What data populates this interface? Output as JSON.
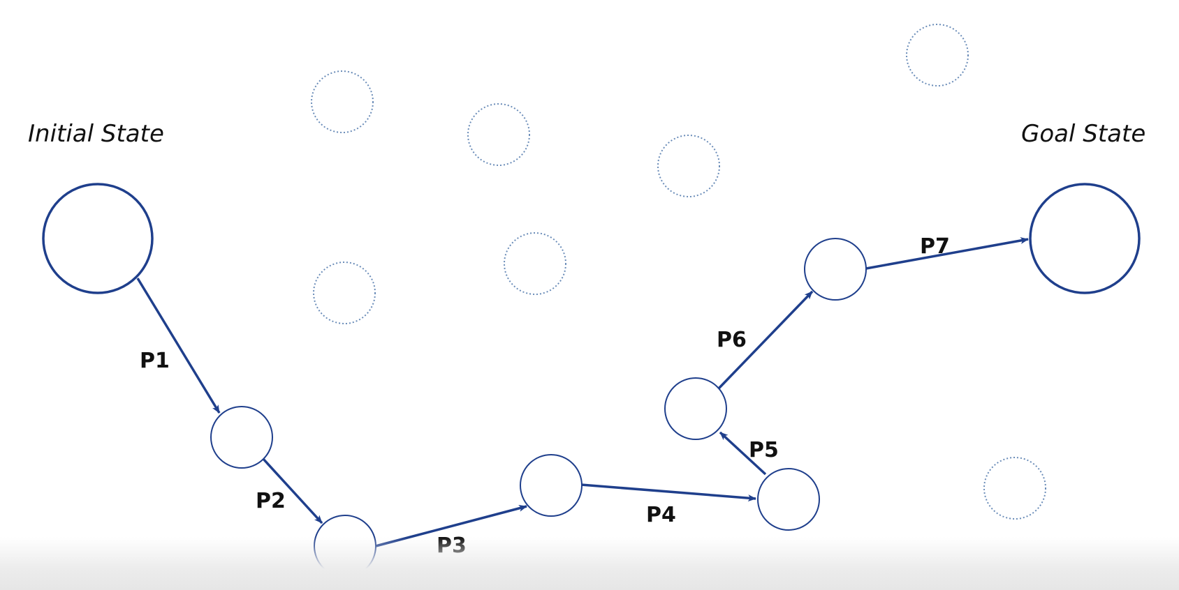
{
  "colors": {
    "node_stroke": "#1f3f8c",
    "edge": "#1f3f8c",
    "ghost_stroke": "#6a8cb8",
    "label": "#111111",
    "background": "#ffffff"
  },
  "initial_state": {
    "label": "Initial State"
  },
  "goal_state": {
    "label": "Goal State"
  },
  "path": {
    "steps": [
      {
        "id": "P1",
        "label": "P1"
      },
      {
        "id": "P2",
        "label": "P2"
      },
      {
        "id": "P3",
        "label": "P3"
      },
      {
        "id": "P4",
        "label": "P4"
      },
      {
        "id": "P5",
        "label": "P5"
      },
      {
        "id": "P6",
        "label": "P6"
      },
      {
        "id": "P7",
        "label": "P7"
      }
    ]
  }
}
